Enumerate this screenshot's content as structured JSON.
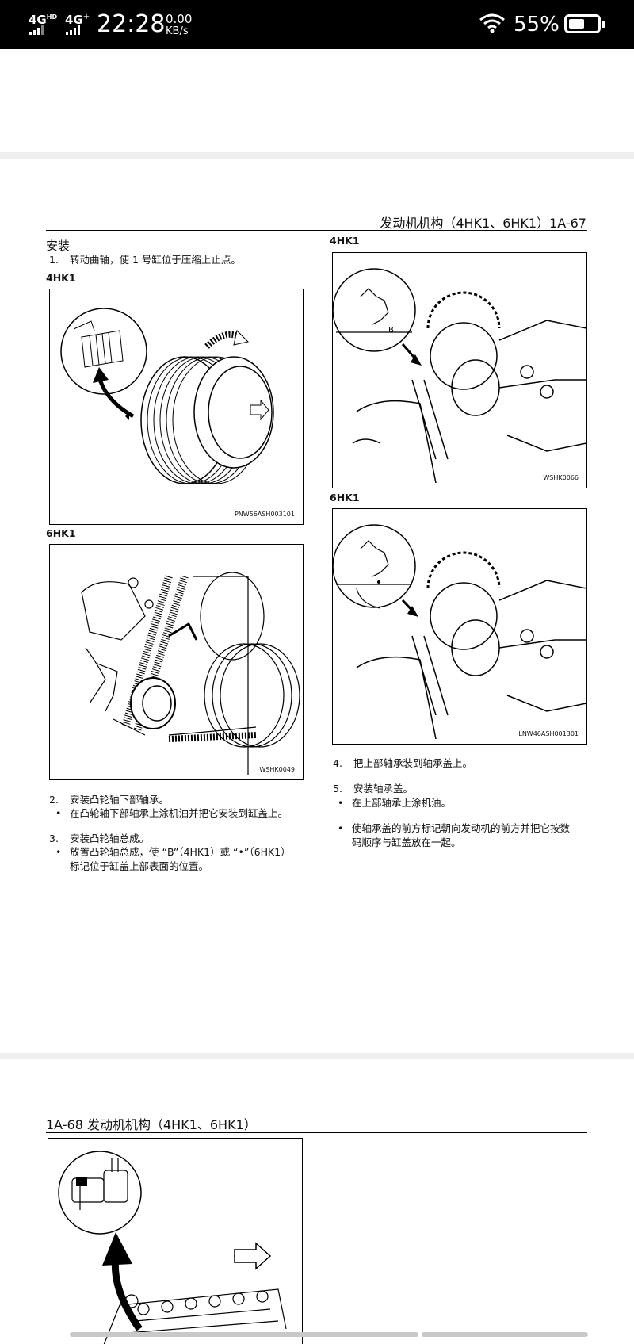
{
  "status_bar": {
    "network1": "4G",
    "network1_sup": "HD",
    "network2": "4G",
    "network2_sup": "+",
    "time": "22:28",
    "speed_value": "0.00",
    "speed_unit": "KB/s",
    "battery_percent": "55%",
    "battery_level": 0.55
  },
  "page1": {
    "header": "发动机机构（4HK1、6HK1）1A-67",
    "section_title": "安装",
    "step1_num": "1.",
    "step1_text": "转动曲轴，使 1 号缸位于压缩上止点。",
    "fig_left1_label": "4HK1",
    "fig_left1_code": "PNW56ASH003101",
    "fig_left2_label": "6HK1",
    "fig_left2_code": "WSHK0049",
    "fig_right1_label": "4HK1",
    "fig_right1_code": "WSHK0066",
    "fig_right2_label": "6HK1",
    "fig_right2_code": "LNW46ASH001301",
    "step2_num": "2.",
    "step2_text": "安装凸轮轴下部轴承。",
    "step2_bullet": "在凸轮轴下部轴承上涂机油并把它安装到缸盖上。",
    "step3_num": "3.",
    "step3_text": "安装凸轮轴总成。",
    "step3_bullet_line1": "放置凸轮轴总成，使 “B”（4HK1）或 “•”（6HK1）",
    "step3_bullet_line2": "标记位于缸盖上部表面的位置。",
    "step4_num": "4.",
    "step4_text": "把上部轴承装到轴承盖上。",
    "step5_num": "5.",
    "step5_text": "安装轴承盖。",
    "step5_bullet1": "在上部轴承上涂机油。",
    "step5_bullet2_line1": "使轴承盖的前方标记朝向发动机的前方并把它按数",
    "step5_bullet2_line2": "码顺序与缸盖放在一起。",
    "bullet_char": "•"
  },
  "page2": {
    "header": "1A-68 发动机机构（4HK1、6HK1）"
  }
}
